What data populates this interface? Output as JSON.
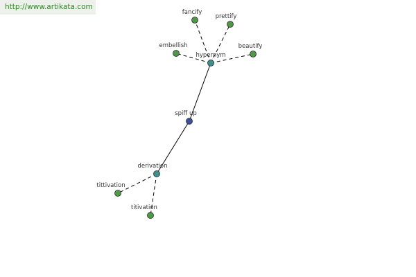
{
  "site": {
    "url": "http://www.artikata.com"
  },
  "graph": {
    "colors": {
      "root": "#3d4f97",
      "relation": "#3d8f8a",
      "word": "#4f9848",
      "stroke": "#2c2c2c",
      "edge": "#000000"
    },
    "nodes": [
      {
        "id": "spiff-up",
        "label": "spiff up",
        "kind": "root"
      },
      {
        "id": "hypernym",
        "label": "hypernym",
        "kind": "relation"
      },
      {
        "id": "derivation",
        "label": "derivation",
        "kind": "relation"
      },
      {
        "id": "fancify",
        "label": "fancify",
        "kind": "word"
      },
      {
        "id": "prettify",
        "label": "prettify",
        "kind": "word"
      },
      {
        "id": "embellish",
        "label": "embellish",
        "kind": "word"
      },
      {
        "id": "beautify",
        "label": "beautify",
        "kind": "word"
      },
      {
        "id": "tittivation",
        "label": "tittivation",
        "kind": "word"
      },
      {
        "id": "titivation",
        "label": "titivation",
        "kind": "word"
      }
    ],
    "edges": [
      {
        "from": "spiff-up",
        "to": "hypernym",
        "style": "solid"
      },
      {
        "from": "spiff-up",
        "to": "derivation",
        "style": "solid"
      },
      {
        "from": "hypernym",
        "to": "fancify",
        "style": "dashed"
      },
      {
        "from": "hypernym",
        "to": "prettify",
        "style": "dashed"
      },
      {
        "from": "hypernym",
        "to": "embellish",
        "style": "dashed"
      },
      {
        "from": "hypernym",
        "to": "beautify",
        "style": "dashed"
      },
      {
        "from": "derivation",
        "to": "tittivation",
        "style": "dashed"
      },
      {
        "from": "derivation",
        "to": "titivation",
        "style": "dashed"
      }
    ]
  }
}
